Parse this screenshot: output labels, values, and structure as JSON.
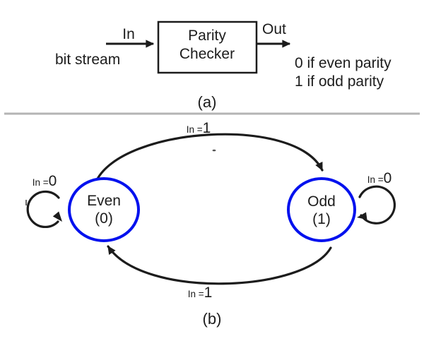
{
  "figure": {
    "panel_a": {
      "caption": "(a)",
      "input": {
        "signal_label": "In",
        "source_label": "bit stream"
      },
      "block": {
        "line1": "Parity",
        "line2": "Checker"
      },
      "output": {
        "signal_label": "Out",
        "note1": "0 if even parity",
        "note2": "1 if odd parity"
      }
    },
    "panel_b": {
      "caption": "(b)",
      "states": [
        {
          "name": "Even",
          "output_code": "(0)"
        },
        {
          "name": "Odd",
          "output_code": "(1)"
        }
      ],
      "transitions": {
        "even_to_odd": {
          "pre": "In =",
          "val": "1"
        },
        "odd_to_even": {
          "pre": "In =",
          "val": "1"
        },
        "even_self": {
          "pre": "In =",
          "val": "0"
        },
        "odd_self": {
          "pre": "In =",
          "val": "0"
        }
      }
    },
    "colors": {
      "state_stroke": "#0011ee",
      "ink": "#1c1c1c",
      "divider": "#b4b4b4"
    }
  }
}
